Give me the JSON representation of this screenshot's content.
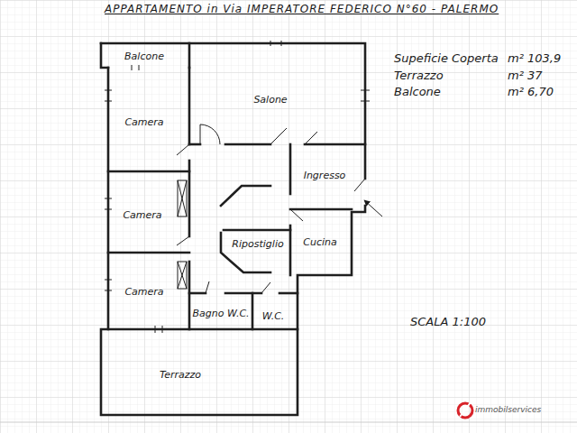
{
  "diagram": {
    "title": "APPARTAMENTO in Via IMPERATORE FEDERICO N°60 - PALERMO",
    "nodes": [
      {
        "text": [
          "Balcone"
        ]
      },
      {
        "text": [
          "Salone"
        ]
      },
      {
        "text": [
          "Camera"
        ]
      },
      {
        "text": [
          "Ingresso"
        ]
      },
      {
        "text": [
          "Camera"
        ]
      },
      {
        "text": [
          "Ripostiglio"
        ]
      },
      {
        "text": [
          "Cucina"
        ]
      },
      {
        "text": [
          "Camera"
        ]
      },
      {
        "text": [
          "Bagno W.C."
        ]
      },
      {
        "text": [
          "W.C."
        ]
      },
      {
        "text": [
          "Terrazzo"
        ]
      }
    ],
    "labels": [
      "Supeficie Coperta",
      "m² 103,9",
      "Terrazzo",
      "m² 37",
      "Balcone",
      "m² 6,70",
      "SCALA 1:100",
      "immobilservices"
    ]
  }
}
